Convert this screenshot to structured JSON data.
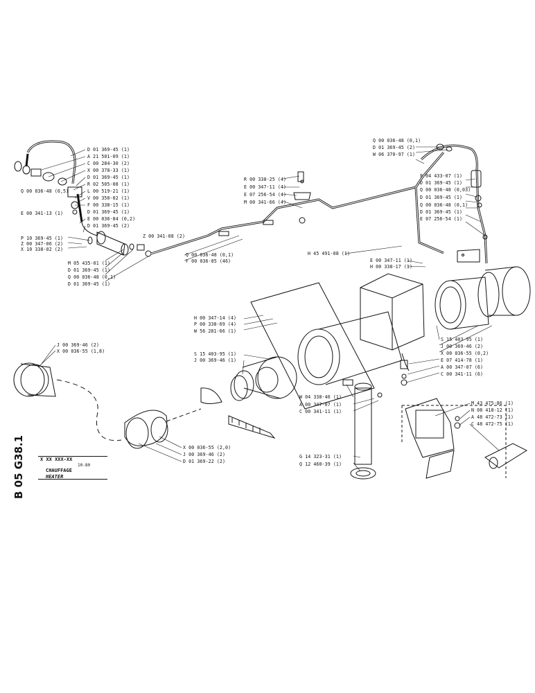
{
  "sheet": {
    "ref": "B 05 G38.1",
    "code": "X XX  XXX-XX",
    "date": "10-80",
    "title_fr": "CHAUFFAGE",
    "title_en": "HEATER"
  },
  "labels": [
    {
      "id": "l1",
      "text": "D 01 369-45 (1)"
    },
    {
      "id": "l2",
      "text": "A 21 501-09 (1)"
    },
    {
      "id": "l3",
      "text": "C 00 284-30 (2)"
    },
    {
      "id": "l4",
      "text": "X 00 378-33 (1)"
    },
    {
      "id": "l5",
      "text": "D 01 369-45 (1)"
    },
    {
      "id": "l6",
      "text": "R 02 505-08 (1)"
    },
    {
      "id": "l7",
      "text": "L 00 519-21 (1)"
    },
    {
      "id": "l8",
      "text": "V 00 350-02 (1)"
    },
    {
      "id": "l9",
      "text": "F 00 338-15 (1)"
    },
    {
      "id": "l10",
      "text": "D 01 369-45 (1)"
    },
    {
      "id": "l11",
      "text": "E 00 036-84 (0,2)"
    },
    {
      "id": "l12",
      "text": "D 01 369-45 (2)"
    },
    {
      "id": "l13",
      "text": "Q 00 036-48 (0,5)"
    },
    {
      "id": "l14",
      "text": "E 00 341-13 (1)"
    },
    {
      "id": "l15",
      "text": "P 10 369-45 (1)"
    },
    {
      "id": "l16",
      "text": "Z 00 347-06 (2)"
    },
    {
      "id": "l17",
      "text": "X 10 338-02 (2)"
    },
    {
      "id": "l18",
      "text": "Z 00 341-08 (2)"
    },
    {
      "id": "l19",
      "text": "M 05 435-01 (1)"
    },
    {
      "id": "l20",
      "text": "D 01 369-45 (1)"
    },
    {
      "id": "l21",
      "text": "Q 00 036-48 (0,1)"
    },
    {
      "id": "l22",
      "text": "D 01 369-45 (1)"
    },
    {
      "id": "l23",
      "text": "Q 00 036-48 (0,1)"
    },
    {
      "id": "l24",
      "text": "F 00 036-85 (46)"
    },
    {
      "id": "l25",
      "text": "R 00 338-25 (4)"
    },
    {
      "id": "l26",
      "text": "E 00 347-11 (4)"
    },
    {
      "id": "l27",
      "text": "E 07 256-54 (4)"
    },
    {
      "id": "l28",
      "text": "M 00 341-66 (4)"
    },
    {
      "id": "l29",
      "text": "H 45 491-08 (1)"
    },
    {
      "id": "l30",
      "text": "Q 00 036-48 (0,1)"
    },
    {
      "id": "l31",
      "text": "D 01 369-45 (2)"
    },
    {
      "id": "l32",
      "text": "W 06 370-97 (1)"
    },
    {
      "id": "l33",
      "text": "F 04 433-07 (1)"
    },
    {
      "id": "l34",
      "text": "D 01 369-45 (1)"
    },
    {
      "id": "l35",
      "text": "Q 00 036-48 (0,03)"
    },
    {
      "id": "l36",
      "text": "D 01 369-45 (1)"
    },
    {
      "id": "l37",
      "text": "Q 00 036-48 (0,1)"
    },
    {
      "id": "l38",
      "text": "D 01 369-45 (1)"
    },
    {
      "id": "l39",
      "text": "E 07 256-54 (1)"
    },
    {
      "id": "l40",
      "text": "E 00 347-11 (1)"
    },
    {
      "id": "l41",
      "text": "H 00 338-17 (1)"
    },
    {
      "id": "l42",
      "text": "H 00 347-14 (4)"
    },
    {
      "id": "l43",
      "text": "P 00 338-69 (4)"
    },
    {
      "id": "l44",
      "text": "W 56 281-66 (1)"
    },
    {
      "id": "l45",
      "text": "S 15 403-95 (1)"
    },
    {
      "id": "l46",
      "text": "J 00 369-46 (1)"
    },
    {
      "id": "l47",
      "text": "S 15 403-95 (1)"
    },
    {
      "id": "l48",
      "text": "J 00 369-46 (2)"
    },
    {
      "id": "l49",
      "text": "X 00 036-55 (0,2)"
    },
    {
      "id": "l50",
      "text": "E 07 414-78 (1)"
    },
    {
      "id": "l51",
      "text": "A 00 347-07 (6)"
    },
    {
      "id": "l52",
      "text": "C 00 341-11 (6)"
    },
    {
      "id": "l53",
      "text": "J 00 369-46 (2)"
    },
    {
      "id": "l54",
      "text": "X 00 036-55 (1,8)"
    },
    {
      "id": "l55",
      "text": "W 04 338-46 (1)"
    },
    {
      "id": "l56",
      "text": "A 00 347-07 (1)"
    },
    {
      "id": "l57",
      "text": "C 00 341-11 (1)"
    },
    {
      "id": "l58",
      "text": "M 43 475-86 (1)"
    },
    {
      "id": "l59",
      "text": "N 08 418-12 (1)"
    },
    {
      "id": "l60",
      "text": "A 48 472-73 (1)"
    },
    {
      "id": "l61",
      "text": "C 48 472-75 (1)"
    },
    {
      "id": "l62",
      "text": "X 00 036-55 (2,0)"
    },
    {
      "id": "l63",
      "text": "J 00 369-46 (2)"
    },
    {
      "id": "l64",
      "text": "D 01 369-22 (2)"
    },
    {
      "id": "l65",
      "text": "G 14 323-31 (1)"
    },
    {
      "id": "l66",
      "text": "Q 12 460-39 (1)"
    }
  ]
}
